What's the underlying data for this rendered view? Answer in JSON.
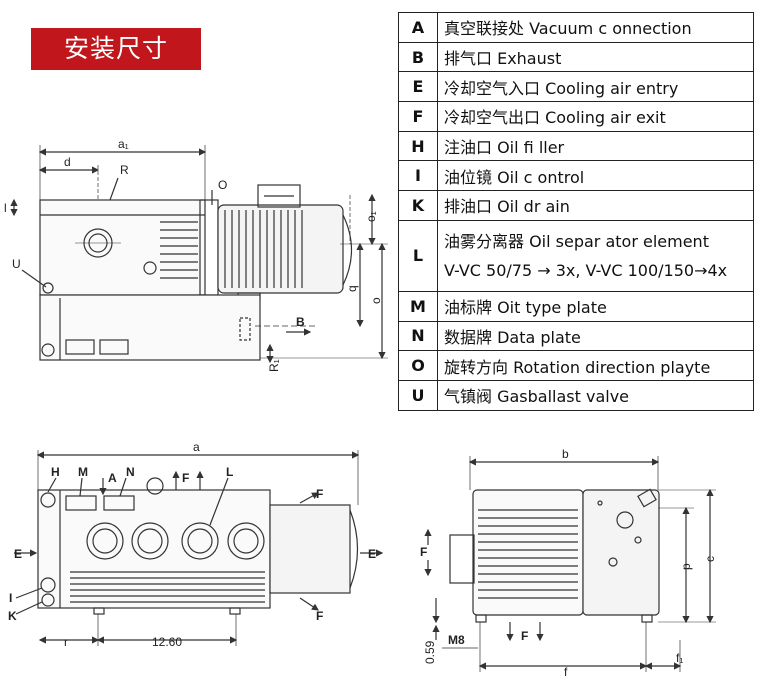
{
  "header": {
    "title": "安装尺寸"
  },
  "legend": [
    {
      "code": "A",
      "text": "真空联接处 Vacuum c onnection"
    },
    {
      "code": "B",
      "text": "排气口 Exhaust"
    },
    {
      "code": "E",
      "text": "冷却空气入口 Cooling air entry"
    },
    {
      "code": "F",
      "text": "冷却空气出口 Cooling air exit"
    },
    {
      "code": "H",
      "text": "注油口 Oil fi ller"
    },
    {
      "code": "I",
      "text": "油位镜 Oil c ontrol"
    },
    {
      "code": "K",
      "text": "排油口 Oil dr ain"
    },
    {
      "code": "L",
      "text": "油雾分离器 Oil separ ator element",
      "text2": "V-VC 50/75 → 3x, V-VC 100/150→4x"
    },
    {
      "code": "M",
      "text": "油标牌 Oit type plate"
    },
    {
      "code": "N",
      "text": "数据牌 Data plate"
    },
    {
      "code": "O",
      "text": "旋转方向 Rotation direction playte"
    },
    {
      "code": "U",
      "text": "气镇阀 Gasballast valve"
    }
  ],
  "side_view": {
    "dims": {
      "a1": "a₁",
      "d": "d",
      "R": "R",
      "O": "O",
      "U": "U",
      "l": "l",
      "o1": "o₁",
      "q": "q",
      "o": "o",
      "B": "B",
      "R1": "R₁"
    }
  },
  "front_view": {
    "labels": {
      "a": "a",
      "H": "H",
      "M": "M",
      "A": "A",
      "N": "N",
      "F_top": "F",
      "L": "L",
      "F_right_top": "F",
      "F_right_bottom": "F",
      "E_left": "E",
      "E_right": "E",
      "I": "I",
      "K": "K",
      "r": "r",
      "dim": "12.60"
    }
  },
  "end_view": {
    "labels": {
      "b": "b",
      "F_left": "F",
      "p": "p",
      "c": "c",
      "M8": "M8",
      "F_bottom": "F",
      "dim": "0.59",
      "f": "f",
      "f1": "f₁"
    }
  }
}
